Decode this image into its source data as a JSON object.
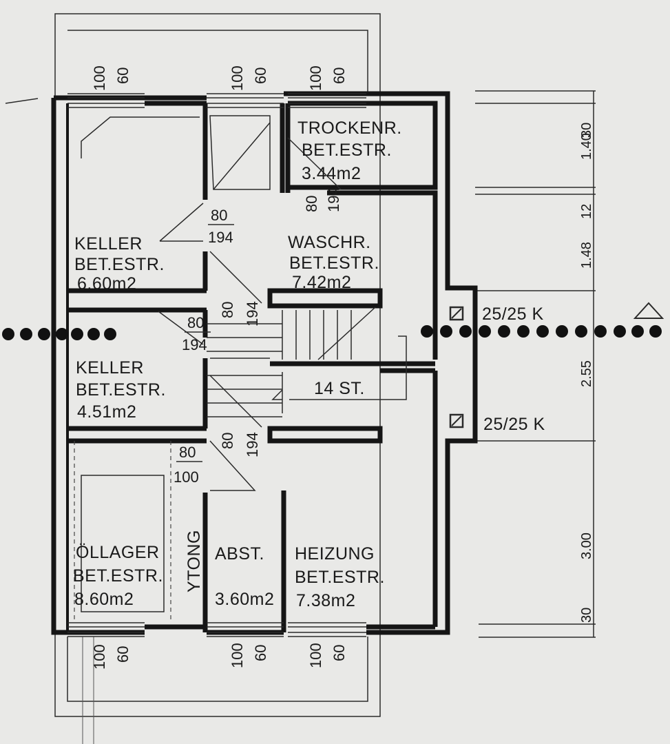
{
  "rooms": {
    "trocken": {
      "name": "TROCKENR.",
      "floor": "BET.ESTR.",
      "area": "3.44m2"
    },
    "keller1": {
      "name": "KELLER",
      "floor": "BET.ESTR.",
      "area": "6.60m2"
    },
    "waschr": {
      "name": "WASCHR.",
      "floor": "BET.ESTR.",
      "area": "7.42m2"
    },
    "keller2": {
      "name": "KELLER",
      "floor": "BET.ESTR.",
      "area": "4.51m2"
    },
    "oellager": {
      "name": "ÖLLAGER",
      "floor": "BET.ESTR.",
      "area": "8.60m2"
    },
    "abst": {
      "name": "ABST.",
      "area": "3.60m2"
    },
    "heizung": {
      "name": "HEIZUNG",
      "floor": "BET.ESTR.",
      "area": "7.38m2"
    }
  },
  "labels": {
    "ytong": "YTONG",
    "stairs": "14 ST.",
    "chimney": "25/25 K"
  },
  "window_dims": {
    "w": "100",
    "h": "60"
  },
  "door_dims": {
    "d1_w": "80",
    "d1_h": "194",
    "d2_w": "80",
    "d2_h": "194",
    "d3_w": "80",
    "d3_h": "194",
    "d4_w": "80",
    "d4_h": "194",
    "d5_w": "80",
    "d5_h": "194",
    "d6_w": "80",
    "d6_h": "100"
  },
  "right_dims": [
    "30",
    "1.40",
    "12",
    "1.48",
    "2.55",
    "3.00",
    "30"
  ]
}
